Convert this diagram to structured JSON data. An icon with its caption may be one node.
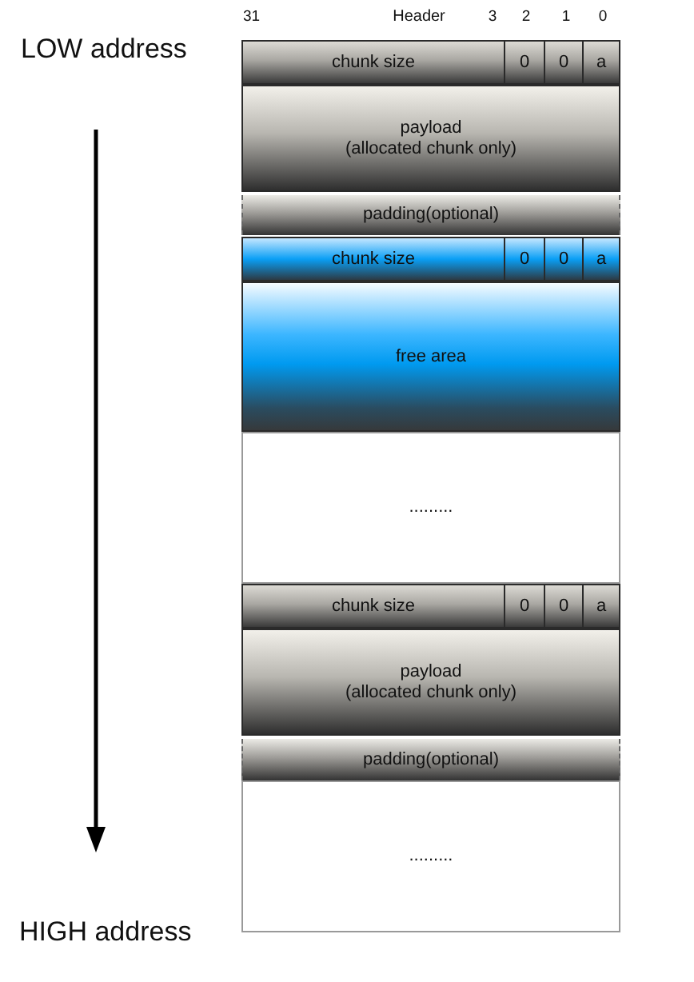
{
  "diagram": {
    "nodes": [
      {
        "text": [
          "chunk size"
        ]
      },
      {
        "text": [
          "0"
        ]
      },
      {
        "text": [
          "0"
        ]
      },
      {
        "text": [
          "a"
        ]
      },
      {
        "text": [
          "payload",
          "(allocated chunk only)"
        ]
      },
      {
        "text": [
          "padding(optional)"
        ]
      },
      {
        "text": [
          "chunk size"
        ]
      },
      {
        "text": [
          "0"
        ]
      },
      {
        "text": [
          "0"
        ]
      },
      {
        "text": [
          "a"
        ]
      },
      {
        "text": [
          "free area"
        ]
      },
      {
        "text": [
          "........."
        ]
      },
      {
        "text": [
          "chunk size"
        ]
      },
      {
        "text": [
          "0"
        ]
      },
      {
        "text": [
          "0"
        ]
      },
      {
        "text": [
          "a"
        ]
      },
      {
        "text": [
          "payload",
          "(allocated chunk only)"
        ]
      },
      {
        "text": [
          "padding(optional)"
        ]
      },
      {
        "text": [
          "........."
        ]
      }
    ],
    "labels": [
      "31",
      "Header",
      "3",
      "2",
      "1",
      "0",
      "LOW address",
      "HIGH address"
    ]
  }
}
